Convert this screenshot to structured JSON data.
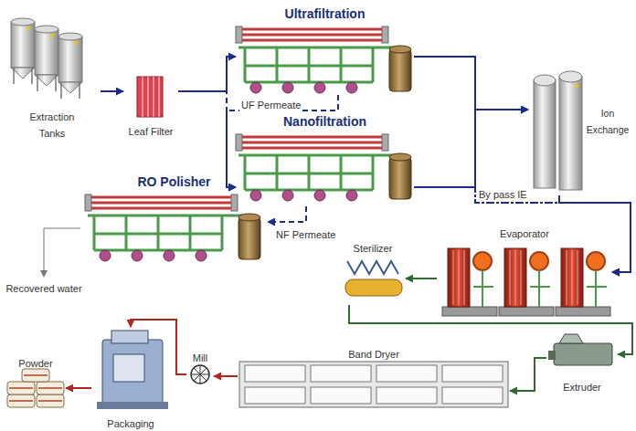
{
  "diagram": {
    "nodes": [
      {
        "text": [
          "Extraction Tanks"
        ]
      },
      {
        "text": [
          "Leaf Filter"
        ]
      },
      {
        "text": [
          "Ultrafiltration"
        ]
      },
      {
        "text": [
          "Nanofiltration"
        ]
      },
      {
        "text": [
          "Ion Exchange"
        ]
      },
      {
        "text": [
          "RO Polisher"
        ]
      },
      {
        "text": [
          "Evaporator"
        ]
      },
      {
        "text": [
          "Sterilizer"
        ]
      },
      {
        "text": [
          "Extruder"
        ]
      },
      {
        "text": [
          "Band Dryer"
        ]
      },
      {
        "text": [
          "Mill"
        ]
      },
      {
        "text": [
          "Packaging"
        ]
      },
      {
        "text": [
          "Powder"
        ]
      }
    ],
    "edges": [
      {
        "from": 0,
        "to": 1,
        "arrow": "to"
      },
      {
        "from": 1,
        "to": 2,
        "arrow": "to"
      },
      {
        "from": 1,
        "to": 3,
        "arrow": "to"
      },
      {
        "from": 2,
        "to": 3,
        "label": "UF Permeate",
        "arrow": "to"
      },
      {
        "from": 2,
        "to": 4,
        "arrow": "to"
      },
      {
        "from": 3,
        "to": 4,
        "arrow": "to"
      },
      {
        "from": 3,
        "to": 5,
        "label": "NF Permeate",
        "arrow": "to"
      },
      {
        "from": 4,
        "to": 6,
        "arrow": "to"
      },
      {
        "from": 2,
        "to": 6,
        "label": "By pass IE",
        "arrow": "to"
      },
      {
        "from": 3,
        "to": 6,
        "arrow": "to"
      },
      {
        "from": 6,
        "to": 7,
        "arrow": "to"
      },
      {
        "from": 7,
        "to": 8,
        "arrow": "to"
      },
      {
        "from": 8,
        "to": 9,
        "arrow": "to"
      },
      {
        "from": 9,
        "to": 10,
        "arrow": "to"
      },
      {
        "from": 10,
        "to": 11,
        "arrow": "to"
      },
      {
        "from": 11,
        "to": 12,
        "arrow": "to"
      }
    ],
    "labels": [
      "Recovered water"
    ]
  }
}
